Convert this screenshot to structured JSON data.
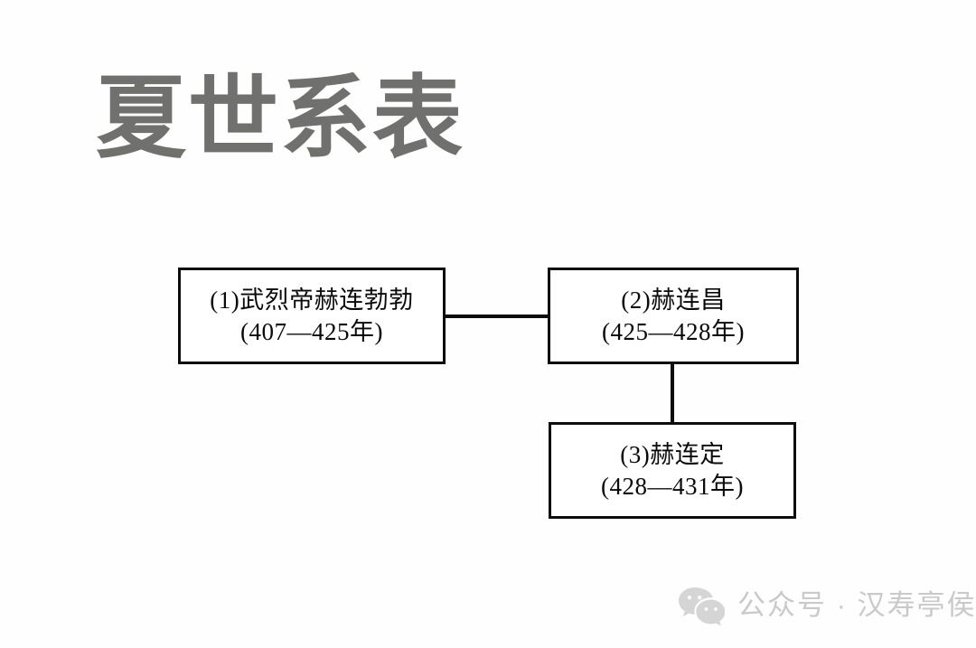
{
  "page": {
    "title": "夏世系表",
    "title_color": "#70706f",
    "background_color": "#fefefe"
  },
  "diagram": {
    "type": "genealogy-tree",
    "line_color": "#0d0d0d",
    "box_border_color": "#0d0d0d",
    "box_fill_color": "#ffffff",
    "nodes": [
      {
        "id": "node-1",
        "order": "(1)",
        "line1": "(1)武烈帝赫连勃勃",
        "line2": "(407—425年)",
        "name": "武烈帝赫连勃勃",
        "reign_start": 407,
        "reign_end": 425
      },
      {
        "id": "node-2",
        "order": "(2)",
        "line1": "(2)赫连昌",
        "line2": "(425—428年)",
        "name": "赫连昌",
        "reign_start": 425,
        "reign_end": 428
      },
      {
        "id": "node-3",
        "order": "(3)",
        "line1": "(3)赫连定",
        "line2": "(428—431年)",
        "name": "赫连定",
        "reign_start": 428,
        "reign_end": 431
      }
    ],
    "connectors": [
      {
        "from": "node-1",
        "to": "node-2",
        "orientation": "horizontal"
      },
      {
        "from": "node-2",
        "to": "node-3",
        "orientation": "vertical"
      }
    ]
  },
  "watermark": {
    "icon": "wechat-icon",
    "text": "公众号 · 汉寿亭侯",
    "color": "#c9c9c9"
  }
}
